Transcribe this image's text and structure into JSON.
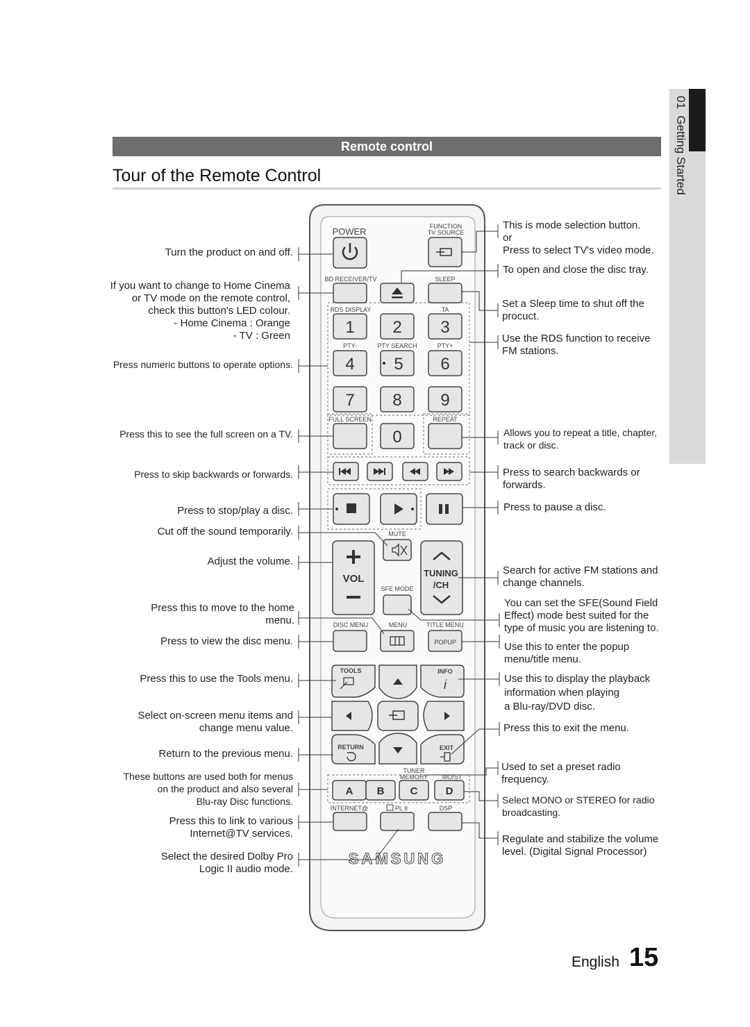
{
  "section": {
    "chapter": "01",
    "chapter_title": "Getting Started",
    "bar_title": "Remote control"
  },
  "page": {
    "title": "Tour of the Remote Control",
    "language": "English",
    "number": "15"
  },
  "left_labels": [
    [
      "Turn the product on and off."
    ],
    [
      "If you want to change to Home Cinema",
      "or TV mode on the remote control,",
      "check this button's LED colour.",
      "- Home Cinema : Orange",
      "- TV : Green"
    ],
    [
      "Press numeric buttons to operate options."
    ],
    [
      "Press this to see the full screen on a TV."
    ],
    [
      "Press to skip backwards or forwards."
    ],
    [
      "Press to stop/play a disc."
    ],
    [
      "Cut off the sound temporarily."
    ],
    [
      "Adjust the volume."
    ],
    [
      "Press this to move to the home",
      "menu."
    ],
    [
      "Press to view the disc menu."
    ],
    [
      "Press this to use the Tools menu."
    ],
    [
      "Select on-screen menu items and",
      "change menu value."
    ],
    [
      "Return to the previous menu."
    ],
    [
      "These buttons are used both for menus",
      "on the product and also several",
      "Blu-ray Disc functions."
    ],
    [
      "Press this to link to various",
      "Internet@TV services."
    ],
    [
      "Select the desired Dolby Pro",
      "Logic II audio mode."
    ]
  ],
  "right_labels": [
    [
      "This is mode selection button.",
      "or",
      "Press to select TV's video mode."
    ],
    [
      "To open and close the disc tray."
    ],
    [
      "Set a Sleep time to shut off the",
      "procuct."
    ],
    [
      "Use the RDS function to receive",
      "FM stations."
    ],
    [
      "Allows you to repeat a title, chapter,",
      "track or disc."
    ],
    [
      "Press to search backwards or",
      "forwards."
    ],
    [
      "Press to pause a disc."
    ],
    [
      "Search for active FM stations and",
      "change channels."
    ],
    [
      "You can set the SFE(Sound Field",
      "Effect) mode best suited for the",
      "type of music you are listening to."
    ],
    [
      "Use this to enter the popup",
      "menu/title menu."
    ],
    [
      "Use this to display the playback",
      "information when playing",
      "a Blu-ray/DVD disc."
    ],
    [
      "Press this to exit the menu."
    ],
    [
      "Used to set a preset radio",
      "frequency."
    ],
    [
      "Select MONO or STEREO for radio",
      "broadcasting."
    ],
    [
      "Regulate and stabilize the volume",
      "level. (Digital Signal Processor)"
    ]
  ],
  "remote": {
    "brand": "SAMSUNG",
    "power": "POWER",
    "function_tv_source": [
      "FUNCTION",
      "TV SOURCE"
    ],
    "bd_receiver_tv": "BD RECEIVER/TV",
    "sleep": "SLEEP",
    "rds_display": "RDS DISPLAY",
    "ta": "TA",
    "pty_minus": "PTY-",
    "pty_search": "PTY SEARCH",
    "pty_plus": "PTY+",
    "full_screen": "FULL SCREEN",
    "repeat": "REPEAT",
    "digits": [
      "1",
      "2",
      "3",
      "4",
      "5",
      "6",
      "7",
      "8",
      "9",
      "0"
    ],
    "mute": "MUTE",
    "vol": "VOL",
    "tuning_ch": [
      "TUNING",
      "/CH"
    ],
    "sfe_mode": "SFE MODE",
    "disc_menu": "DISC MENU",
    "menu": "MENU",
    "title_menu": "TITLE MENU",
    "popup": "POPUP",
    "tools": "TOOLS",
    "info": "INFO",
    "return": "RETURN",
    "exit": "EXIT",
    "tuner_memory": [
      "TUNER",
      "MEMORY"
    ],
    "mo_st": "MO/ST",
    "abcd": [
      "A",
      "B",
      "C",
      "D"
    ],
    "internet": "INTERNET@",
    "pl2": "PL II",
    "dsp": "DSP"
  }
}
